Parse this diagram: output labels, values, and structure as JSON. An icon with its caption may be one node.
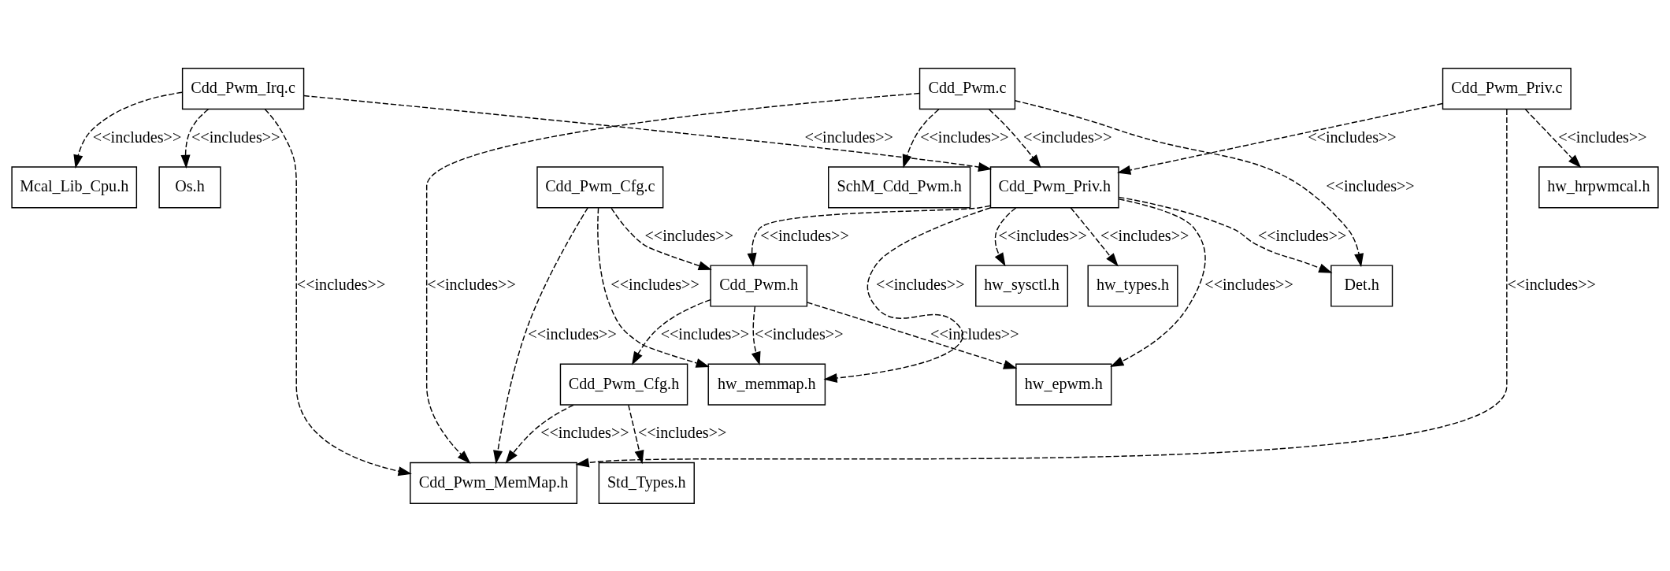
{
  "diagram": {
    "nodes": [
      {
        "text": [
          "Cdd_Pwm_Irq.c"
        ]
      },
      {
        "text": [
          "Cdd_Pwm.c"
        ]
      },
      {
        "text": [
          "Cdd_Pwm_Priv.c"
        ]
      },
      {
        "text": [
          "Mcal_Lib_Cpu.h"
        ]
      },
      {
        "text": [
          "Cdd_Pwm_Cfg.c"
        ]
      },
      {
        "text": [
          "Os.h"
        ]
      },
      {
        "text": [
          "SchM_Cdd_Pwm.h"
        ]
      },
      {
        "text": [
          "Cdd_Pwm_Priv.h"
        ]
      },
      {
        "text": [
          "hw_hrpwmcal.h"
        ]
      },
      {
        "text": [
          "Cdd_Pwm.h"
        ]
      },
      {
        "text": [
          "Det.h"
        ]
      },
      {
        "text": [
          "hw_sysctl.h"
        ]
      },
      {
        "text": [
          "hw_types.h"
        ]
      },
      {
        "text": [
          "Cdd_Pwm_Cfg.h"
        ]
      },
      {
        "text": [
          "hw_memmap.h"
        ]
      },
      {
        "text": [
          "hw_epwm.h"
        ]
      },
      {
        "text": [
          "Std_Types.h"
        ]
      },
      {
        "text": [
          "Cdd_Pwm_MemMap.h"
        ]
      }
    ],
    "edges": [
      {
        "from": 0,
        "to": 3,
        "arrow": "to",
        "label": "<<includes>>",
        "style": "dashed"
      },
      {
        "from": 0,
        "to": 5,
        "arrow": "to",
        "label": "<<includes>>",
        "style": "dashed"
      },
      {
        "from": 0,
        "to": 7,
        "arrow": "to",
        "label": "<<includes>>",
        "style": "dashed"
      },
      {
        "from": 0,
        "to": 17,
        "arrow": "to",
        "label": "<<includes>>",
        "style": "dashed"
      },
      {
        "from": 1,
        "to": 6,
        "arrow": "to",
        "label": "<<includes>>",
        "style": "dashed"
      },
      {
        "from": 1,
        "to": 10,
        "arrow": "to",
        "label": "<<includes>>",
        "style": "dashed"
      },
      {
        "from": 1,
        "to": 7,
        "arrow": "to",
        "label": "<<includes>>",
        "style": "dashed"
      },
      {
        "from": 1,
        "to": 17,
        "arrow": "to",
        "label": "<<includes>>",
        "style": "dashed"
      },
      {
        "from": 2,
        "to": 7,
        "arrow": "to",
        "label": "<<includes>>",
        "style": "dashed"
      },
      {
        "from": 2,
        "to": 8,
        "arrow": "to",
        "label": "<<includes>>",
        "style": "dashed"
      },
      {
        "from": 2,
        "to": 17,
        "arrow": "to",
        "label": "<<includes>>",
        "style": "dashed"
      },
      {
        "from": 4,
        "to": 9,
        "arrow": "to",
        "label": "<<includes>>",
        "style": "dashed"
      },
      {
        "from": 4,
        "to": 14,
        "arrow": "to",
        "label": "<<includes>>",
        "style": "dashed"
      },
      {
        "from": 4,
        "to": 17,
        "arrow": "to",
        "label": "<<includes>>",
        "style": "dashed"
      },
      {
        "from": 7,
        "to": 9,
        "arrow": "to",
        "label": "<<includes>>",
        "style": "dashed"
      },
      {
        "from": 7,
        "to": 10,
        "arrow": "to",
        "label": "<<includes>>",
        "style": "dashed"
      },
      {
        "from": 7,
        "to": 14,
        "arrow": "to",
        "label": "<<includes>>",
        "style": "dashed"
      },
      {
        "from": 7,
        "to": 11,
        "arrow": "to",
        "label": "<<includes>>",
        "style": "dashed"
      },
      {
        "from": 7,
        "to": 12,
        "arrow": "to",
        "label": "<<includes>>",
        "style": "dashed"
      },
      {
        "from": 7,
        "to": 15,
        "arrow": "to",
        "label": "<<includes>>",
        "style": "dashed"
      },
      {
        "from": 9,
        "to": 13,
        "arrow": "to",
        "label": "<<includes>>",
        "style": "dashed"
      },
      {
        "from": 9,
        "to": 14,
        "arrow": "to",
        "label": "<<includes>>",
        "style": "dashed"
      },
      {
        "from": 9,
        "to": 15,
        "arrow": "to",
        "label": "<<includes>>",
        "style": "dashed"
      },
      {
        "from": 13,
        "to": 16,
        "arrow": "to",
        "label": "<<includes>>",
        "style": "dashed"
      },
      {
        "from": 13,
        "to": 17,
        "arrow": "to",
        "label": "<<includes>>",
        "style": "dashed"
      }
    ]
  }
}
